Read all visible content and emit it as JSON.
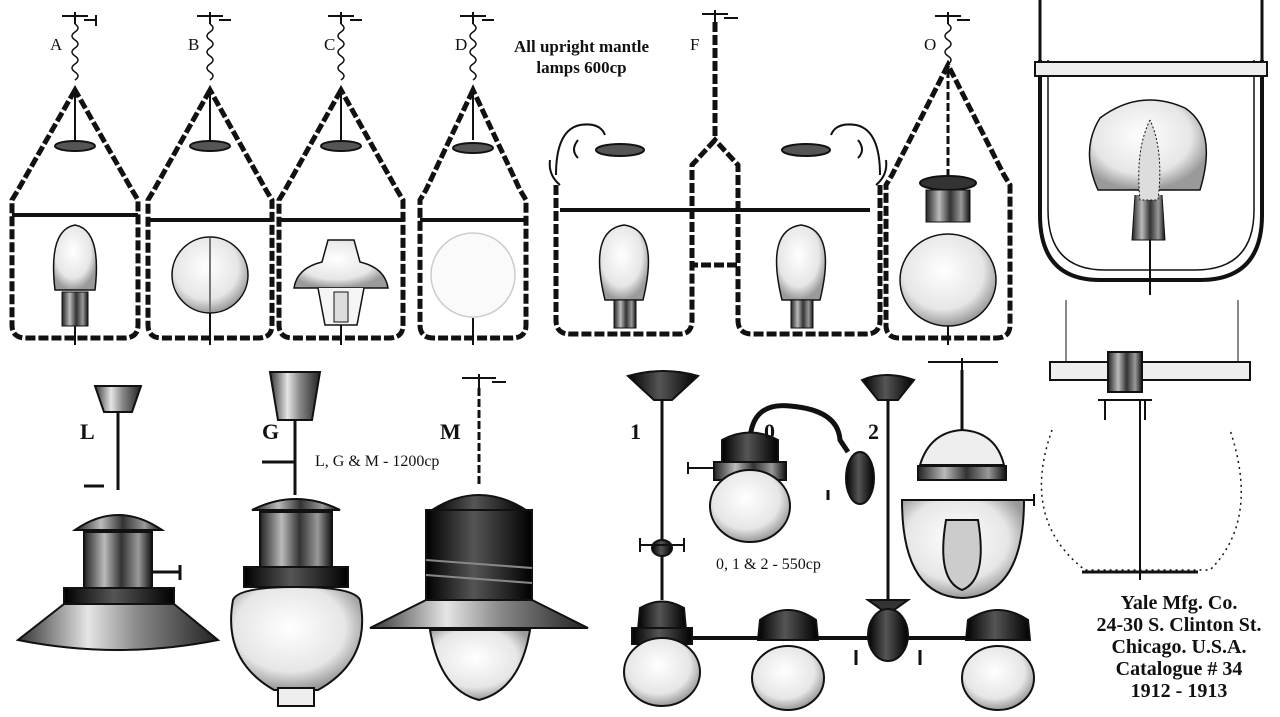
{
  "upright_group": {
    "heading_line1": "All upright mantle",
    "heading_line2": "lamps 600cp",
    "lamps": [
      {
        "label": "A"
      },
      {
        "label": "B"
      },
      {
        "label": "C"
      },
      {
        "label": "D"
      },
      {
        "label": "F"
      },
      {
        "label": "O"
      }
    ]
  },
  "inverted_group": {
    "lamps": [
      {
        "label": "L"
      },
      {
        "label": "G"
      },
      {
        "label": "M"
      }
    ],
    "caption": "L, G & M - 1200cp"
  },
  "small_group": {
    "lamps": [
      {
        "label": "1"
      },
      {
        "label": "0"
      },
      {
        "label": "2"
      }
    ],
    "caption": "0, 1 & 2 - 550cp"
  },
  "company": {
    "name": "Yale Mfg. Co.",
    "address": "24-30 S. Clinton St.",
    "city": "Chicago. U.S.A.",
    "catalogue": "Catalogue # 34",
    "years": "1912 - 1913"
  },
  "colors": {
    "ink": "#111111",
    "paper": "#ffffff",
    "glass": "#d9d9d9"
  }
}
